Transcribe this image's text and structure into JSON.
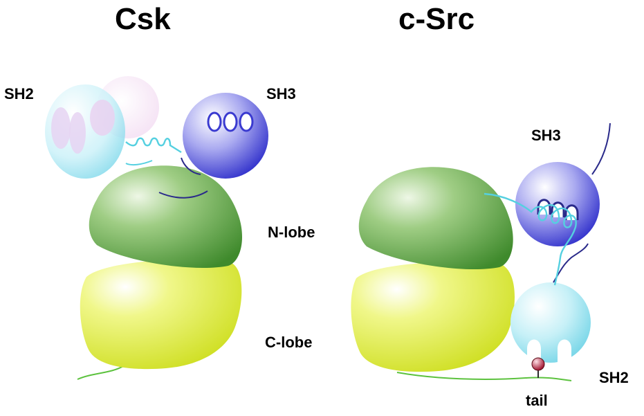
{
  "titles": {
    "left": "Csk",
    "right": "c-Src"
  },
  "labels": {
    "csk_sh2": "SH2",
    "csk_sh3": "SH3",
    "n_lobe": "N-lobe",
    "c_lobe": "C-lobe",
    "src_sh3": "SH3",
    "src_sh2": "SH2",
    "tail": "tail"
  },
  "colors": {
    "n_lobe": "#5a9a3c",
    "c_lobe": "#d9e430",
    "sh3": "#3a3ad0",
    "sh2": "#7fdcec",
    "linker": "#55d0e0",
    "chain": "#2a2a8a",
    "tail_chain": "#5cc23e",
    "phospho": "#b0243a"
  }
}
